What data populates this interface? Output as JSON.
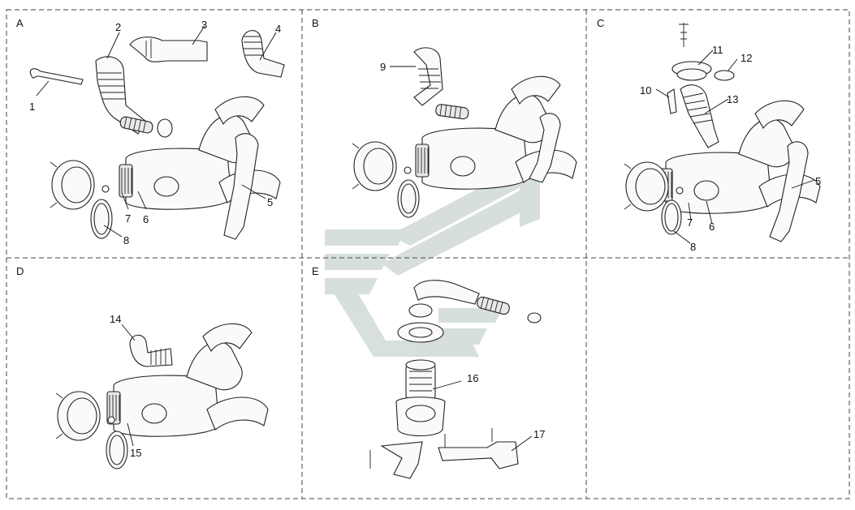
{
  "panels": [
    {
      "id": "A"
    },
    {
      "id": "B"
    },
    {
      "id": "C"
    },
    {
      "id": "D"
    },
    {
      "id": "E"
    }
  ],
  "callouts": {
    "a1": "1",
    "a2": "2",
    "a3": "3",
    "a4": "4",
    "a5": "5",
    "a6": "6",
    "a7": "7",
    "a8": "8",
    "b9": "9",
    "c5": "5",
    "c6": "6",
    "c7": "7",
    "c8": "8",
    "c10": "10",
    "c11": "11",
    "c12": "12",
    "c13": "13",
    "d14": "14",
    "d15": "15",
    "e16": "16",
    "e17": "17"
  },
  "colors": {
    "line": "#222222",
    "frame": "#444444",
    "watermark": "#b8c4c4"
  }
}
